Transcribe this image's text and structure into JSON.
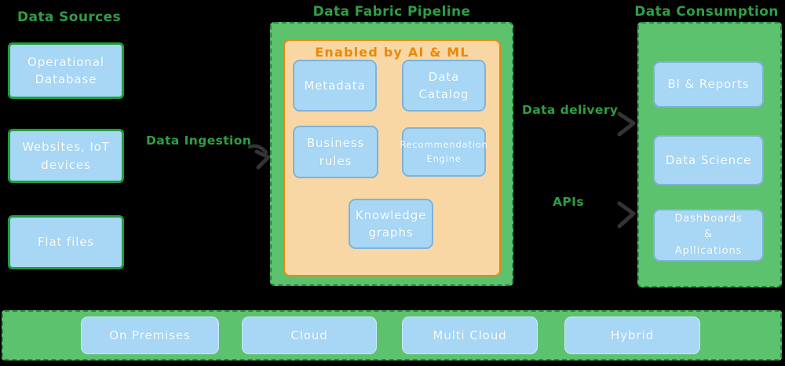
{
  "colors": {
    "background": "#000000",
    "green_fill": "#5cc26d",
    "green_border": "#2b8a3e",
    "green_text": "#2f9e44",
    "orange_fill": "#f8d7a5",
    "orange_accent": "#e8890c",
    "blue_fill": "#a7d7f5",
    "blue_border": "#7fb2d9",
    "box_text": "#ffffff",
    "arrow": "#343434"
  },
  "sources": {
    "title": "Data Sources",
    "boxes": [
      {
        "label": "Operational\nDatabase"
      },
      {
        "label": "Websites, IoT\ndevices"
      },
      {
        "label": "Flat files"
      }
    ]
  },
  "pipeline": {
    "title": "Data Fabric Pipeline",
    "inner_title": "Enabled by AI & ML",
    "boxes": [
      {
        "label": "Metadata"
      },
      {
        "label": "Data\nCatalog"
      },
      {
        "label": "Business\nrules"
      },
      {
        "label": "Recommendation\nEngine"
      },
      {
        "label": "Knowledge\ngraphs"
      }
    ]
  },
  "flows": {
    "ingestion": "Data Ingestion",
    "delivery": "Data delivery",
    "apis": "APIs"
  },
  "consumption": {
    "title": "Data Consumption",
    "boxes": [
      {
        "label": "BI & Reports"
      },
      {
        "label": "Data Science"
      },
      {
        "label": "Dashboards\n&\nApllications"
      }
    ]
  },
  "infrastructure": {
    "boxes": [
      {
        "label": "On Premises"
      },
      {
        "label": "Cloud"
      },
      {
        "label": "Multi Cloud"
      },
      {
        "label": "Hybrid"
      }
    ]
  }
}
